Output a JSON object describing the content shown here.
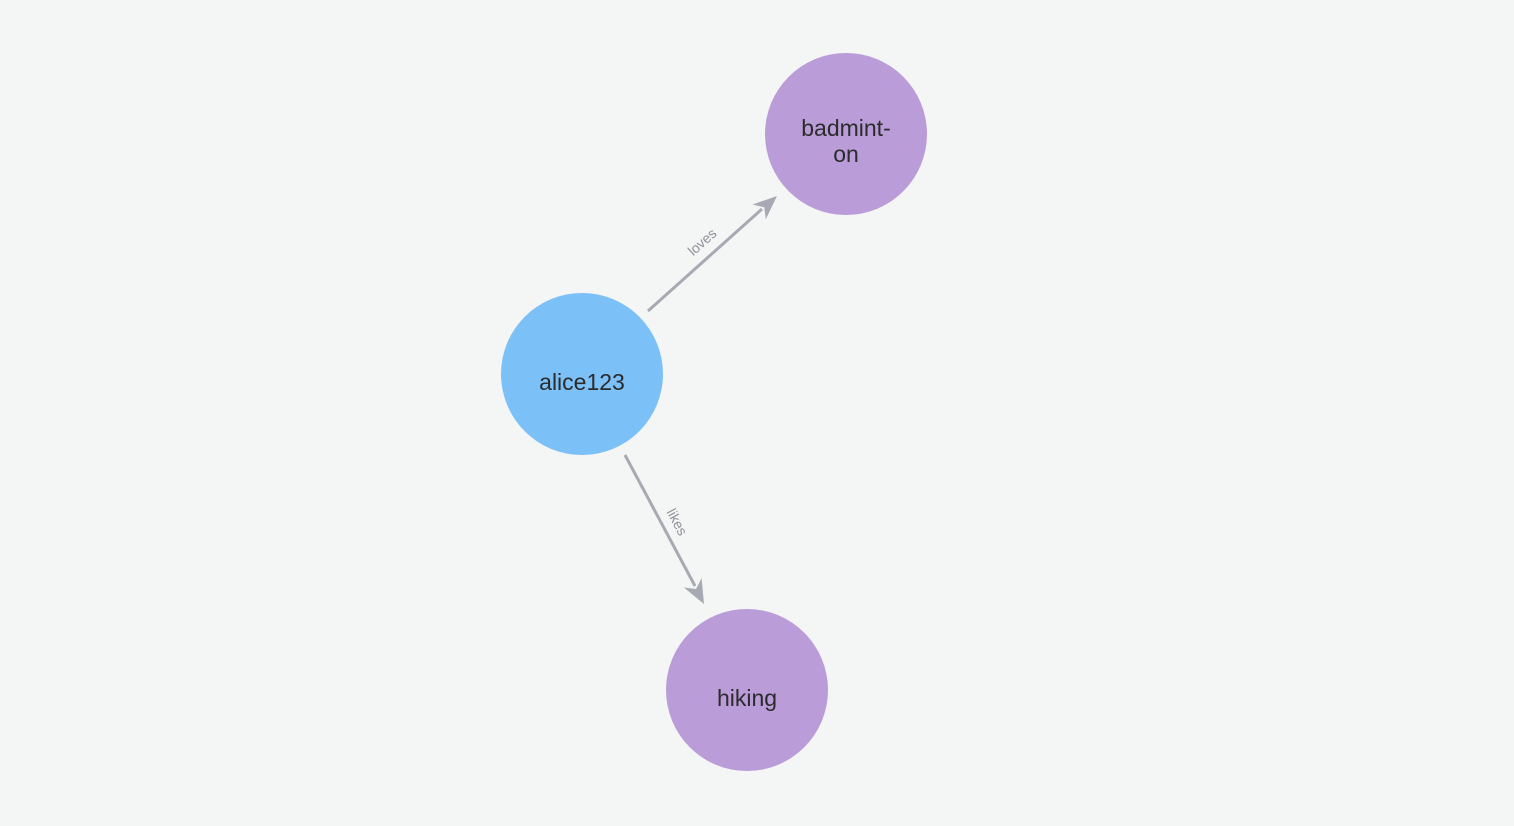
{
  "canvas": {
    "background": "#f4f5f5"
  },
  "graph": {
    "edge_color": "#a7aab2",
    "edge_label_color": "#8d9199",
    "node_text_color": "#2b2b2b",
    "nodes": [
      {
        "id": "alice123",
        "label": "alice123",
        "lines": [
          "alice123"
        ],
        "color": "#7cc0f8"
      },
      {
        "id": "badminton",
        "label": "badminton",
        "lines": [
          "badmint-",
          "on"
        ],
        "color": "#b99cd8"
      },
      {
        "id": "hiking",
        "label": "hiking",
        "lines": [
          "hiking"
        ],
        "color": "#b99cd8"
      }
    ],
    "edges": [
      {
        "source": "alice123",
        "target": "badminton",
        "label": "loves"
      },
      {
        "source": "alice123",
        "target": "hiking",
        "label": "likes"
      }
    ]
  }
}
